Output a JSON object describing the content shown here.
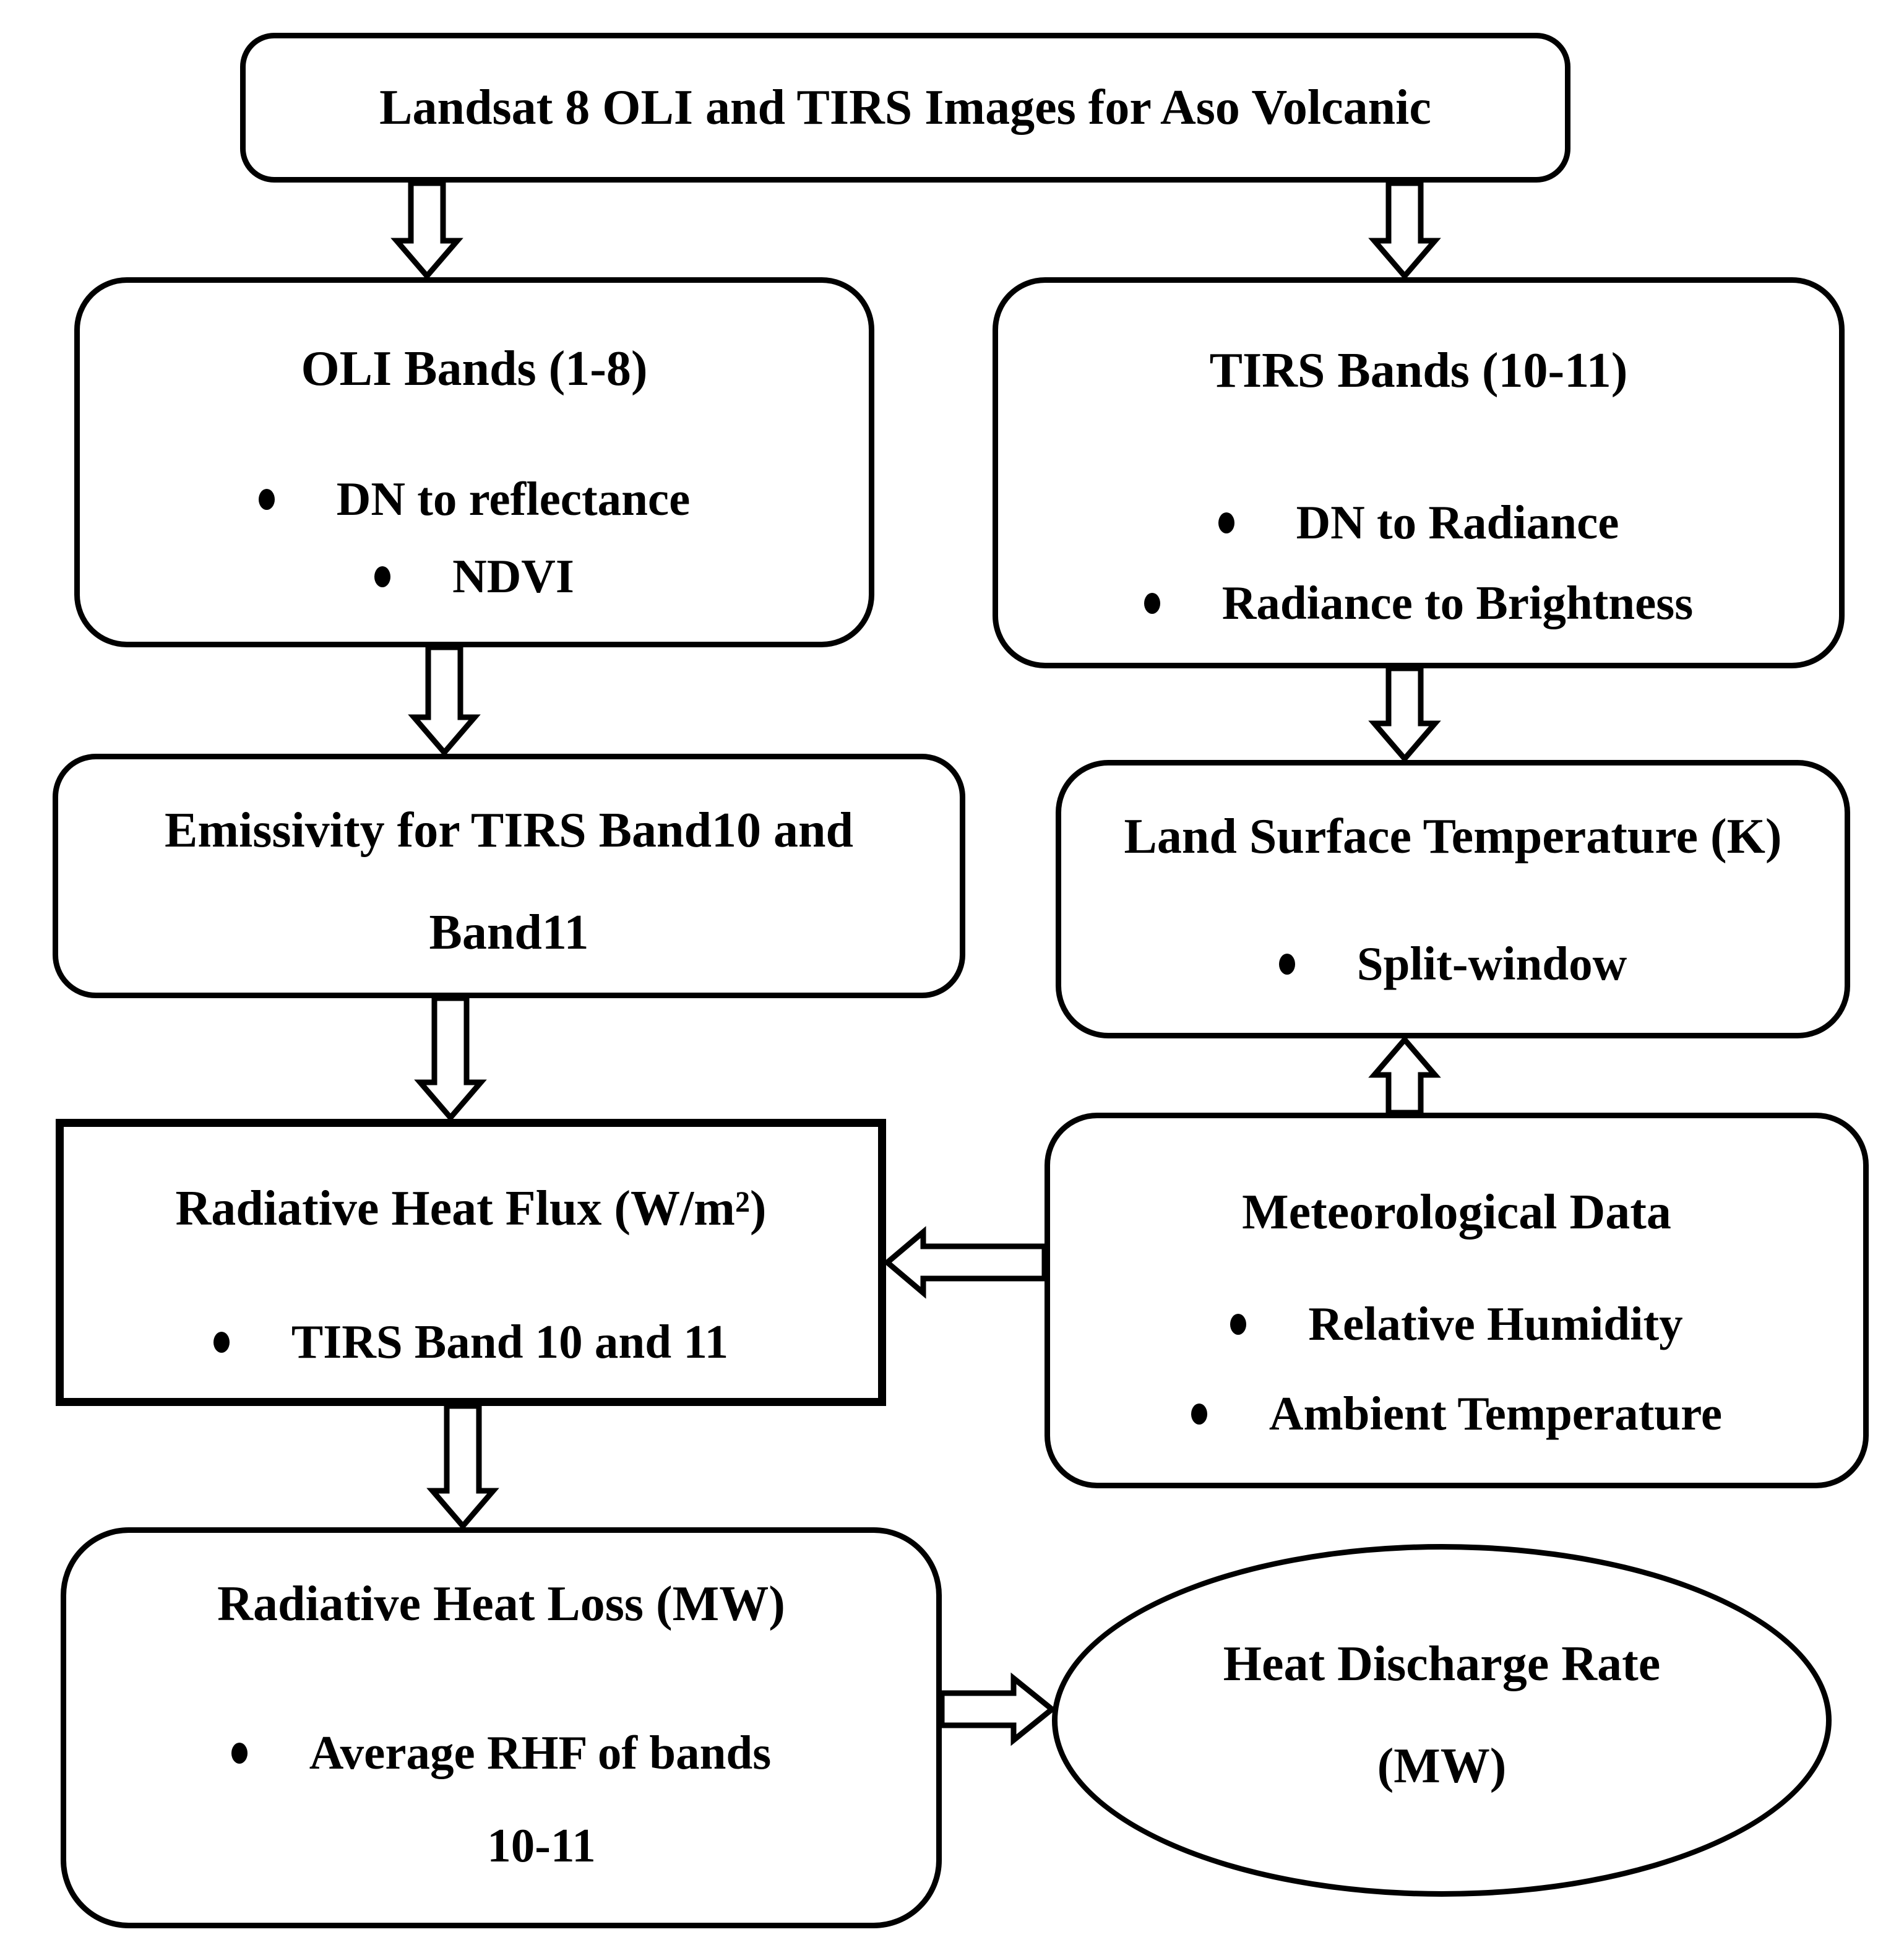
{
  "nodes": {
    "source": {
      "title": "Landsat 8 OLI and TIRS Images for Aso Volcanic"
    },
    "oli": {
      "title": "OLI Bands (1-8)",
      "bullets": [
        "DN to reflectance",
        "NDVI"
      ]
    },
    "tirs": {
      "title": "TIRS Bands (10-11)",
      "bullets": [
        "DN to Radiance",
        "Radiance to Brightness"
      ]
    },
    "emissivity": {
      "line1": "Emissivity for TIRS Band10 and",
      "line2": "Band11"
    },
    "lst": {
      "title": "Land Surface Temperature (K)",
      "bullets": [
        "Split-window"
      ]
    },
    "rhf": {
      "title": "Radiative Heat Flux (W/m²)",
      "bullets": [
        "TIRS Band 10 and 11"
      ]
    },
    "met": {
      "title": "Meteorological Data",
      "bullets": [
        "Relative Humidity",
        "Ambient Temperature"
      ]
    },
    "rhl": {
      "title": "Radiative Heat Loss (MW)",
      "bullet": "Average RHF of bands",
      "bullet_continuation": "10-11"
    },
    "hdr": {
      "line1": "Heat Discharge Rate",
      "line2": "(MW)"
    }
  },
  "colors": {
    "stroke": "#000000",
    "background": "#ffffff"
  }
}
